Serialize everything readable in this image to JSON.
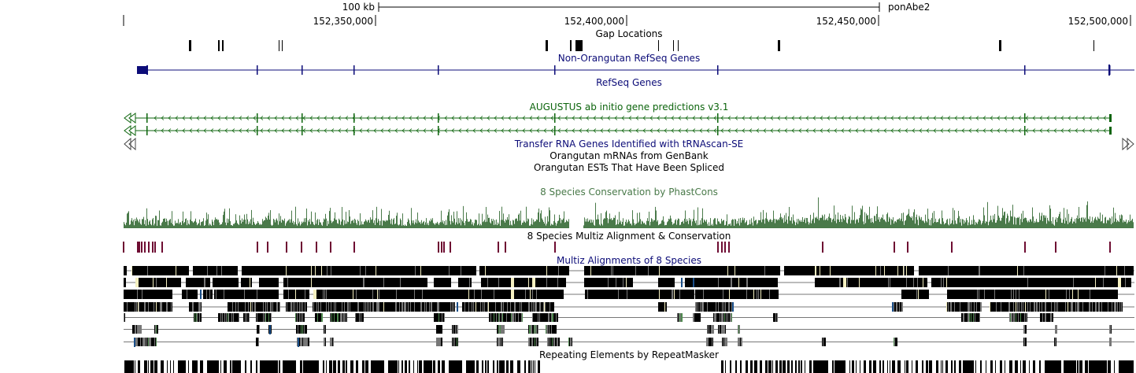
{
  "ruler": {
    "scale_label": "100 kb",
    "assembly": "ponAbe2",
    "positions": [
      "152,350,000",
      "152,400,000",
      "152,450,000",
      "152,500,000"
    ]
  },
  "tracks": [
    {
      "key": "gap",
      "title": "Gap Locations",
      "color": "#000000"
    },
    {
      "key": "nonorefseq",
      "title": "Non-Orangutan RefSeq Genes",
      "color": "#0c0c78"
    },
    {
      "key": "refseq",
      "title": "RefSeq Genes",
      "color": "#0c0c78"
    },
    {
      "key": "augustus",
      "title": "AUGUSTUS ab initio gene predictions v3.1",
      "color": "#0c640c"
    },
    {
      "key": "trna",
      "title": "Transfer RNA Genes Identified with tRNAscan-SE",
      "color": "#0c0c78"
    },
    {
      "key": "mrna",
      "title": "Orangutan mRNAs from GenBank",
      "color": "#000000"
    },
    {
      "key": "est",
      "title": "Orangutan ESTs That Have Been Spliced",
      "color": "#000000"
    },
    {
      "key": "phastcons",
      "title": "8 Species Conservation by PhastCons",
      "color": "#4a7a4a"
    },
    {
      "key": "multiz",
      "title": "8 Species Multiz Alignment & Conservation",
      "color": "#000000"
    },
    {
      "key": "multiz_align",
      "title": "Multiz Alignments of 8 Species",
      "color": "#0c0c78"
    },
    {
      "key": "rmsk",
      "title": "Repeating Elements by RepeatMasker",
      "color": "#000000"
    }
  ],
  "colors": {
    "gene": "#0c0c78",
    "augustus": "#0c640c",
    "conservation": "#4a7a4a",
    "multiz_ticks": "#6e0c32",
    "alignment": "#000000",
    "alignment_gap": "#f5f0c0",
    "alignment_blue": "#1a4f8a",
    "alignment_green": "#4f8a4f"
  }
}
